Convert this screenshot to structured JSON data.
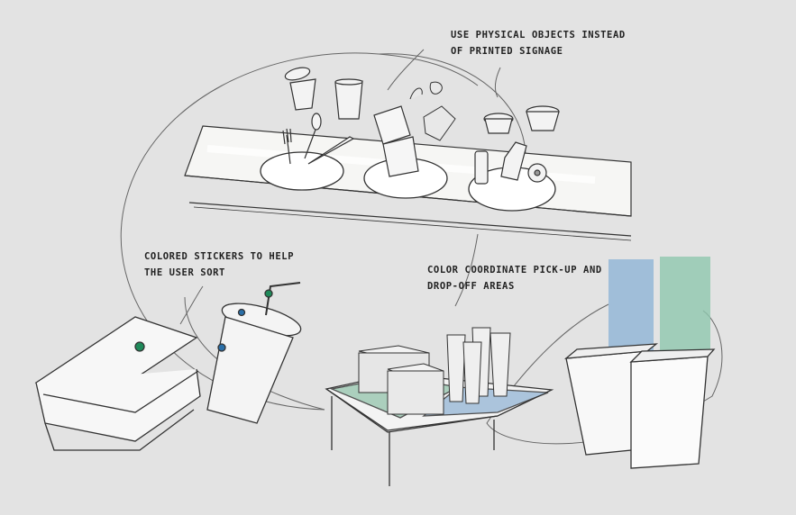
{
  "annotations": {
    "physical_objects": [
      "Use physical objects instead",
      "of printed signage"
    ],
    "colored_stickers": [
      "Colored stickers to help",
      "the user sort"
    ],
    "color_coordinate": [
      "Color coordinate pick-up and",
      "drop-off areas"
    ]
  },
  "colors": {
    "background": "#e3e3e3",
    "line": "#3a3a3a",
    "sticker_green": "#1f8a5a",
    "sticker_blue": "#2a6fa8",
    "zone_blue": "#8fb4d6",
    "zone_green": "#8fc7ae"
  }
}
